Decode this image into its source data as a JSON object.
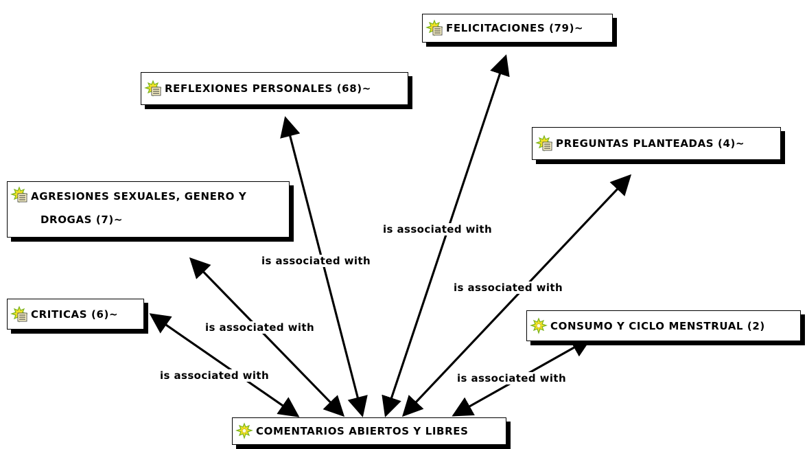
{
  "nodes": {
    "comentarios": {
      "label": "COMENTARIOS ABIERTOS Y LIBRES",
      "icon": "code-icon"
    },
    "felicitaciones": {
      "label": "FELICITACIONES (79)~",
      "icon": "code-comment-icon"
    },
    "reflexiones": {
      "label": "REFLEXIONES PERSONALES (68)~",
      "icon": "code-comment-icon"
    },
    "preguntas": {
      "label": "PREGUNTAS PLANTEADAS (4)~",
      "icon": "code-comment-icon"
    },
    "agresiones": {
      "label_line1": "AGRESIONES SEXUALES, GENERO Y",
      "label_line2": "DROGAS (7)~",
      "icon": "code-comment-icon"
    },
    "criticas": {
      "label": "CRITICAS (6)~",
      "icon": "code-comment-icon"
    },
    "consumo": {
      "label": "CONSUMO Y CICLO MENSTRUAL (2)",
      "icon": "code-icon"
    }
  },
  "edges": [
    {
      "from": "comentarios",
      "to": "felicitaciones",
      "label": "is associated with"
    },
    {
      "from": "comentarios",
      "to": "reflexiones",
      "label": "is associated with"
    },
    {
      "from": "comentarios",
      "to": "preguntas",
      "label": "is associated with"
    },
    {
      "from": "comentarios",
      "to": "agresiones",
      "label": "is associated with"
    },
    {
      "from": "comentarios",
      "to": "criticas",
      "label": "is associated with"
    },
    {
      "from": "comentarios",
      "to": "consumo",
      "label": "is associated with"
    }
  ],
  "colors": {
    "icon_yellow": "#f2e227",
    "icon_green": "#7bb31c",
    "border": "#000000"
  }
}
